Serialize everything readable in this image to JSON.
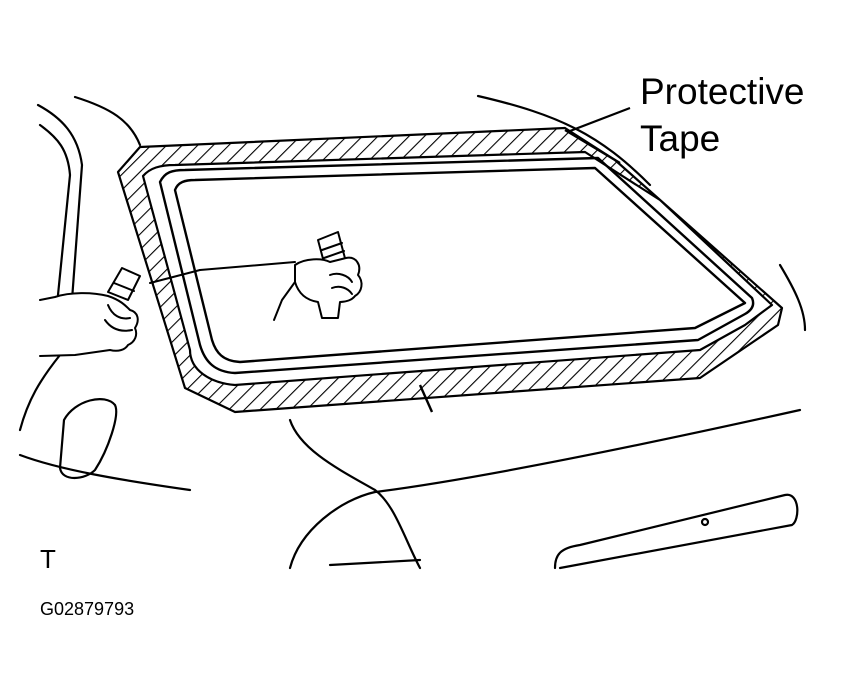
{
  "callout": {
    "line1": "Protective",
    "line2": "Tape"
  },
  "corner_mark": "T",
  "figure_code": "G02879793",
  "colors": {
    "stroke": "#000000",
    "background": "#ffffff"
  }
}
